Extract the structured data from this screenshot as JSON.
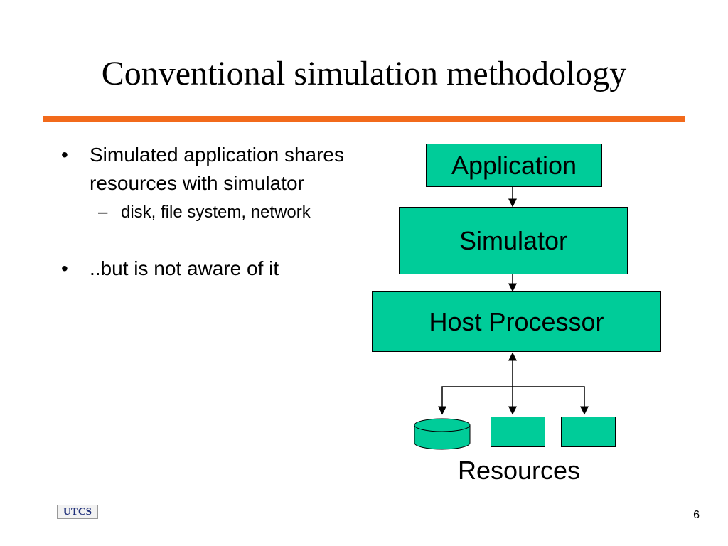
{
  "slide": {
    "title": "Conventional simulation methodology",
    "page_number": "6",
    "logo_text": "UTCS"
  },
  "bullets": [
    {
      "text": "Simulated application shares resources with simulator",
      "subitems": [
        "disk, file system, network"
      ]
    },
    {
      "text": "..but is not aware of it",
      "subitems": []
    }
  ],
  "diagram": {
    "application_label": "Application",
    "simulator_label": "Simulator",
    "host_processor_label": "Host Processor",
    "resources_label": "Resources",
    "box_color": "#00CC99",
    "accent_rule_color": "#F26A1B"
  }
}
